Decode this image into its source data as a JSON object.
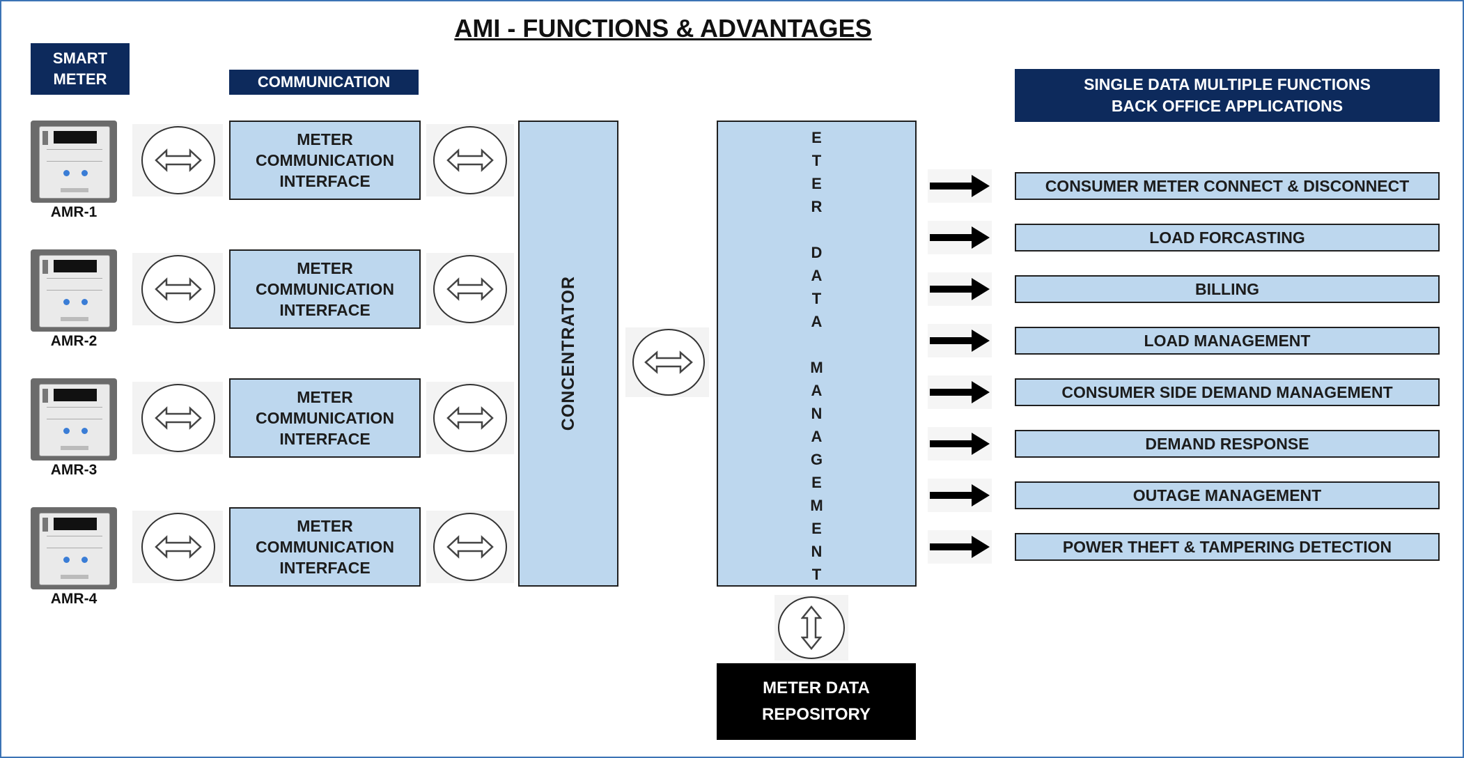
{
  "title": "AMI - FUNCTIONS & ADVANTAGES",
  "headers": {
    "smart_meter_line1": "SMART",
    "smart_meter_line2": "METER",
    "communication": "COMMUNICATION",
    "back_office_line1": "SINGLE DATA MULTIPLE FUNCTIONS",
    "back_office_line2": "BACK OFFICE APPLICATIONS"
  },
  "meters": [
    {
      "label": "AMR-1",
      "interface": [
        "METER",
        "COMMUNICATION",
        "INTERFACE"
      ]
    },
    {
      "label": "AMR-2",
      "interface": [
        "METER",
        "COMMUNICATION",
        "INTERFACE"
      ]
    },
    {
      "label": "AMR-3",
      "interface": [
        "METER",
        "COMMUNICATION",
        "INTERFACE"
      ]
    },
    {
      "label": "AMR-4",
      "interface": [
        "METER",
        "COMMUNICATION",
        "INTERFACE"
      ]
    }
  ],
  "concentrator": "CONCENTRATOR",
  "mdm_letters": [
    "E",
    "T",
    "E",
    "R",
    "",
    "D",
    "A",
    "T",
    "A",
    "",
    "M",
    "A",
    "N",
    "A",
    "G",
    "E",
    "M",
    "E",
    "N",
    "T"
  ],
  "repository_line1": "METER DATA",
  "repository_line2": "REPOSITORY",
  "applications": [
    "CONSUMER METER CONNECT & DISCONNECT",
    "LOAD FORCASTING",
    "BILLING",
    "LOAD MANAGEMENT",
    "CONSUMER SIDE DEMAND MANAGEMENT",
    "DEMAND RESPONSE",
    "OUTAGE MANAGEMENT",
    "POWER THEFT & TAMPERING DETECTION"
  ],
  "colors": {
    "navy": "#0d2a5c",
    "light_blue": "#bdd7ee",
    "frame": "#3b73b5"
  },
  "icons": {
    "bidirectional": "double-arrow-horizontal-icon",
    "vertical": "double-arrow-vertical-icon",
    "output": "right-arrow-icon"
  }
}
